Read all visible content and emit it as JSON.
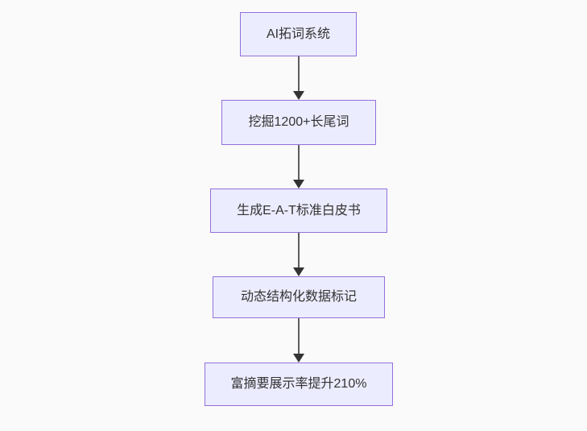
{
  "diagram": {
    "type": "flowchart",
    "direction": "top-down",
    "background": "#fafafa",
    "colors": {
      "node_fill": "#ececff",
      "node_border": "#9370db",
      "node_text": "#333333",
      "edge_line": "#5c5c5c",
      "edge_arrowhead": "#333333"
    },
    "nodes": [
      {
        "id": "A",
        "label": "AI拓词系统"
      },
      {
        "id": "B",
        "label": "挖掘1200+长尾词"
      },
      {
        "id": "C",
        "label": "生成E-A-T标准白皮书"
      },
      {
        "id": "D",
        "label": "动态结构化数据标记"
      },
      {
        "id": "E",
        "label": "富摘要展示率提升210%"
      }
    ],
    "edges": [
      {
        "from": "A",
        "to": "B"
      },
      {
        "from": "B",
        "to": "C"
      },
      {
        "from": "C",
        "to": "D"
      },
      {
        "from": "D",
        "to": "E"
      }
    ]
  }
}
